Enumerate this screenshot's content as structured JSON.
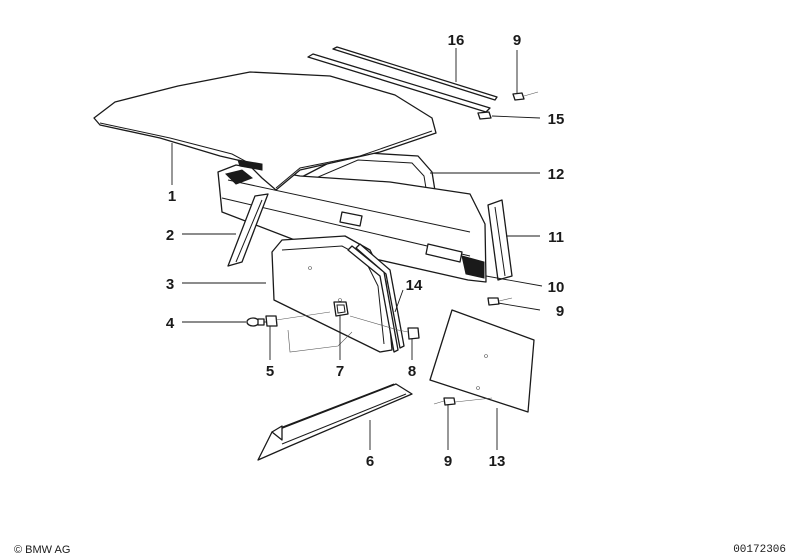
{
  "callouts": [
    {
      "id": "c1",
      "label": "1"
    },
    {
      "id": "c2",
      "label": "2"
    },
    {
      "id": "c3",
      "label": "3"
    },
    {
      "id": "c4",
      "label": "4"
    },
    {
      "id": "c5",
      "label": "5"
    },
    {
      "id": "c6",
      "label": "6"
    },
    {
      "id": "c7",
      "label": "7"
    },
    {
      "id": "c8",
      "label": "8"
    },
    {
      "id": "c9a",
      "label": "9"
    },
    {
      "id": "c9b",
      "label": "9"
    },
    {
      "id": "c9c",
      "label": "9"
    },
    {
      "id": "c10",
      "label": "10"
    },
    {
      "id": "c11",
      "label": "11"
    },
    {
      "id": "c12",
      "label": "12"
    },
    {
      "id": "c13",
      "label": "13"
    },
    {
      "id": "c14",
      "label": "14"
    },
    {
      "id": "c15",
      "label": "15"
    },
    {
      "id": "c16",
      "label": "16"
    }
  ],
  "footer": {
    "copyright": "© BMW AG",
    "diagram_id": "00172306"
  }
}
